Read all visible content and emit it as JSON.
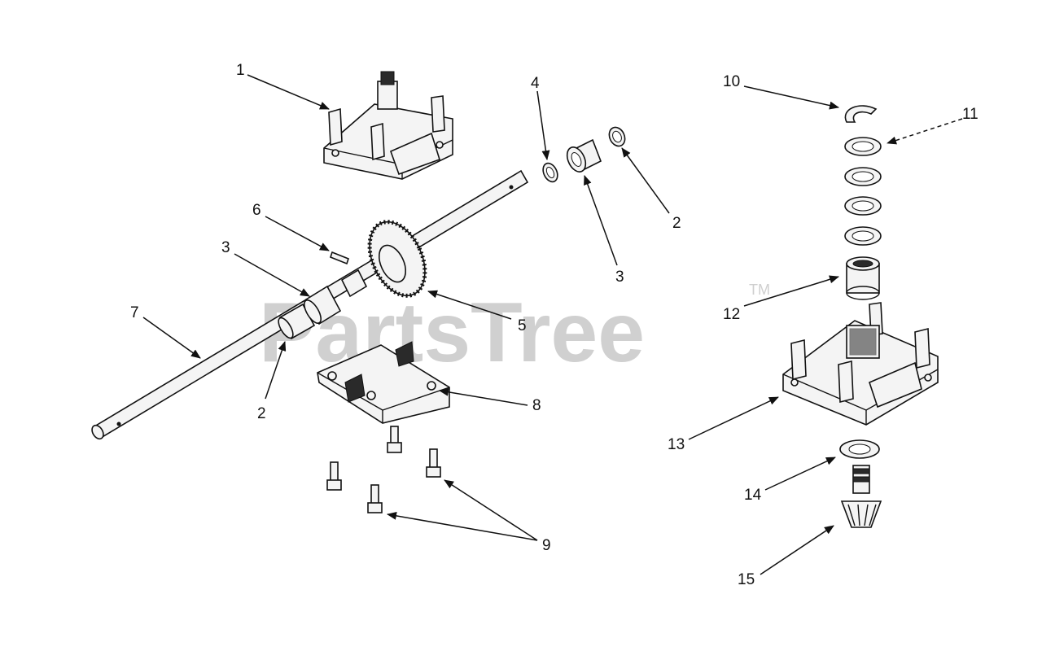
{
  "watermark": {
    "text": "PartsTree",
    "tm": "TM"
  },
  "callouts": {
    "c1": "1",
    "c2a": "2",
    "c2b": "2",
    "c3a": "3",
    "c3b": "3",
    "c4": "4",
    "c5": "5",
    "c6": "6",
    "c7": "7",
    "c8": "8",
    "c9": "9",
    "c10": "10",
    "c11": "11",
    "c12": "12",
    "c13": "13",
    "c14": "14",
    "c15": "15"
  },
  "colors": {
    "ink": "#111111",
    "watermark": "#d0d0d0",
    "paper": "#ffffff"
  }
}
